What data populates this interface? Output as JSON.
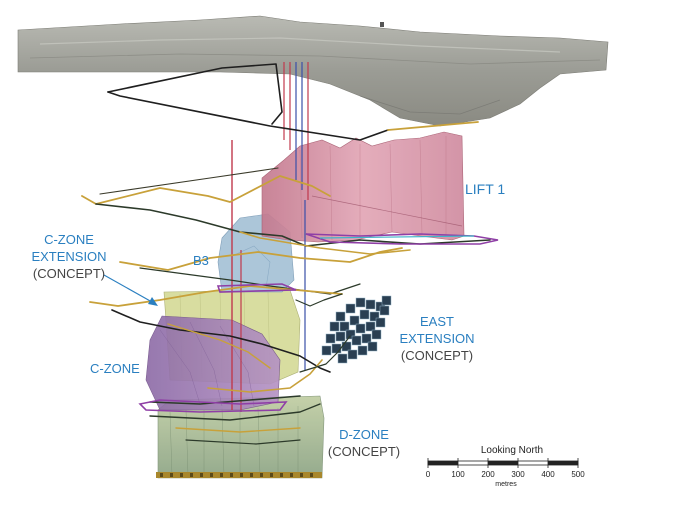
{
  "labels": {
    "lift1": "LIFT 1",
    "b3": "B3",
    "czone_ext_1": "C-ZONE",
    "czone_ext_2": "EXTENSION",
    "czone_ext_3": "(CONCEPT)",
    "east_ext_1": "EAST",
    "east_ext_2": "EXTENSION",
    "east_ext_3": "(CONCEPT)",
    "czone": "C-ZONE",
    "dzone_1": "D-ZONE",
    "dzone_2": "(CONCEPT)"
  },
  "scale_bar": {
    "title": "Looking North",
    "ticks": [
      "0",
      "100",
      "200",
      "300",
      "400",
      "500"
    ],
    "units": "metres"
  },
  "colors": {
    "label_blue": "#2a7fc0",
    "label_grey": "#444444",
    "lift1_body": "#d98fa3",
    "b3_body": "#a9c3d8",
    "czone_body": "#9a78b0",
    "dzone_body": "#a8b894",
    "ramp": "#c8a13a",
    "drift_dark": "#2c3a2a",
    "shaft_red": "#c0394d",
    "shaft_blue": "#3a4fa8",
    "east_blocks": "#2a3f52",
    "terrain": "#9a9a92"
  }
}
